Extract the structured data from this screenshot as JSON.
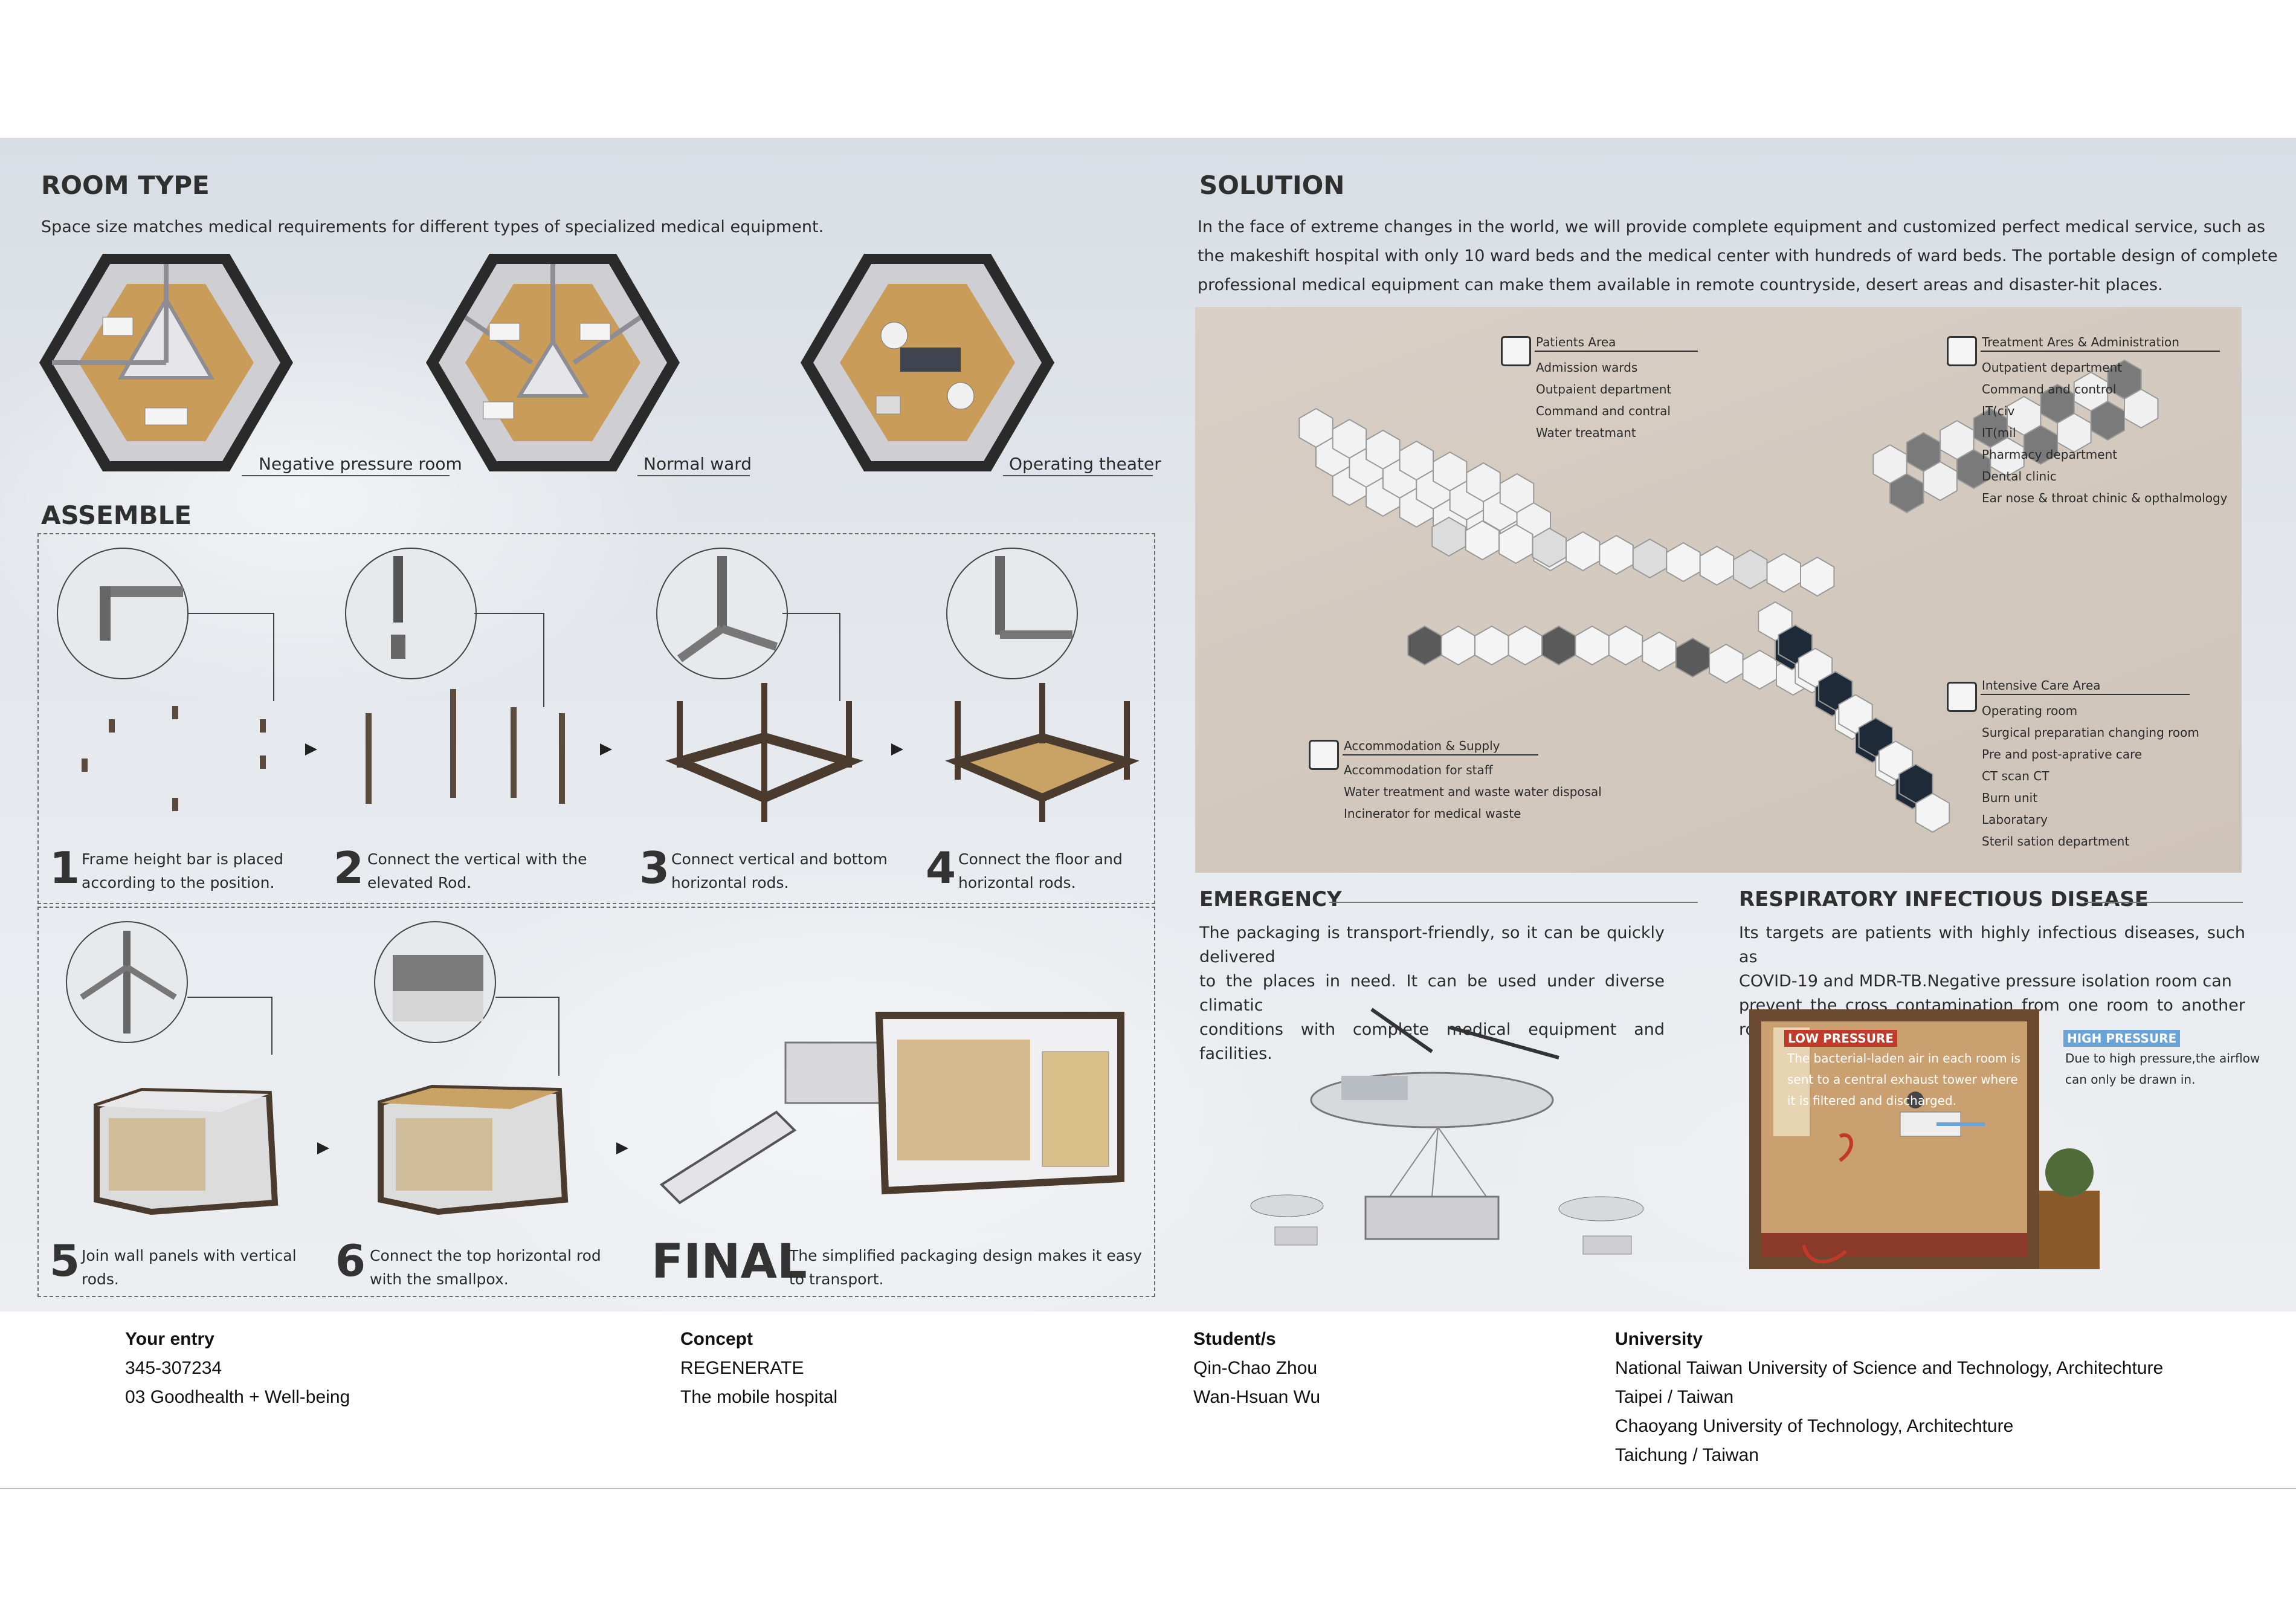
{
  "room_type": {
    "title": "ROOM TYPE",
    "subtitle": "Space size matches medical requirements for different types of specialized medical equipment.",
    "rooms": [
      {
        "label": "Negative pressure room"
      },
      {
        "label": "Normal ward"
      },
      {
        "label": "Operating theater"
      }
    ]
  },
  "assemble": {
    "title": "ASSEMBLE",
    "steps": [
      {
        "num": "1",
        "text_l1": "Frame height bar is placed",
        "text_l2": "according to the position."
      },
      {
        "num": "2",
        "text_l1": "Connect the vertical with the",
        "text_l2": "elevated Rod."
      },
      {
        "num": "3",
        "text_l1": "Connect vertical and bottom",
        "text_l2": "horizontal rods."
      },
      {
        "num": "4",
        "text_l1": "Connect the floor and",
        "text_l2": "horizontal rods."
      },
      {
        "num": "5",
        "text_l1": "Join wall panels with vertical",
        "text_l2": "rods."
      },
      {
        "num": "6",
        "text_l1": "Connect the top horizontal rod",
        "text_l2": "with the smallpox."
      }
    ],
    "final": {
      "label": "FINAL",
      "text_l1": "The simplified packaging design makes it easy",
      "text_l2": "to transport."
    }
  },
  "solution": {
    "title": "SOLUTION",
    "lines": [
      "In the face of extreme changes in the world, we will provide complete equipment and customized perfect medical service, such as",
      "the makeshift hospital with only 10 ward beds and the medical center with hundreds of ward beds. The portable design of complete",
      "professional medical equipment can make them available in remote countryside, desert areas and disaster-hit places."
    ],
    "areas": {
      "patients": {
        "title": "Patients Area",
        "items": [
          "Admission wards",
          "Outpaient department",
          "Command and contral",
          "Water treatmant"
        ]
      },
      "treatment": {
        "title": "Treatment Ares & Administration",
        "items": [
          "Outpatient department",
          "Command and control",
          "IT(civ",
          "IT(mil",
          "Pharmacy department",
          "Dental clinic",
          "Ear nose & throat chinic & opthalmology"
        ]
      },
      "icu": {
        "title": "Intensive Care Area",
        "items": [
          "Operating room",
          "Surgical preparatian changing room",
          "Pre and post-aprative care",
          "CT scan CT",
          "Burn unit",
          "Laboratary",
          "Steril sation department"
        ]
      },
      "accommodation": {
        "title": "Accommodation & Supply",
        "items": [
          "Accommodation for staff",
          "Water treatment and waste water disposal",
          "Incinerator for medical waste"
        ]
      }
    }
  },
  "emergency": {
    "title": "EMERGENCY",
    "lines": [
      "The packaging is transport-friendly, so it can be quickly delivered",
      "to the places in need. It can be used under diverse climatic",
      "conditions with complete medical equipment and facilities."
    ]
  },
  "respiratory": {
    "title": "RESPIRATORY INFECTIOUS DISEASE",
    "lines": [
      "Its targets are patients with highly infectious diseases, such as",
      "COVID-19 and MDR-TB.Negative pressure isolation room can",
      "prevent the cross contamination from one room to another room."
    ],
    "low_pressure": {
      "label": "LOW PRESSURE",
      "lines": [
        "The bacterial-laden air in each room is",
        "sent to a central exhaust tower where",
        "it is filtered and discharged."
      ]
    },
    "high_pressure": {
      "label": "HIGH PRESSURE",
      "lines": [
        "Due to high pressure,the airflow",
        "can only be drawn in."
      ]
    }
  },
  "footer": {
    "entry": {
      "heading": "Your entry",
      "lines": [
        "345-307234",
        "03 Goodhealth + Well-being"
      ]
    },
    "concept": {
      "heading": "Concept",
      "lines": [
        "REGENERATE",
        "The mobile hospital"
      ]
    },
    "students": {
      "heading": "Student/s",
      "lines": [
        "Qin-Chao Zhou",
        "Wan-Hsuan Wu"
      ]
    },
    "university": {
      "heading": "University",
      "lines": [
        "National Taiwan University of Science and Technology, Architechture",
        "Taipei / Taiwan",
        "Chaoyang University of Technology, Architechture",
        "Taichung / Taiwan"
      ]
    }
  },
  "colors": {
    "frame": "#3b332c",
    "wood": "#c9a266",
    "accent_red": "#c0392b",
    "accent_blue": "#6aa3d8"
  }
}
